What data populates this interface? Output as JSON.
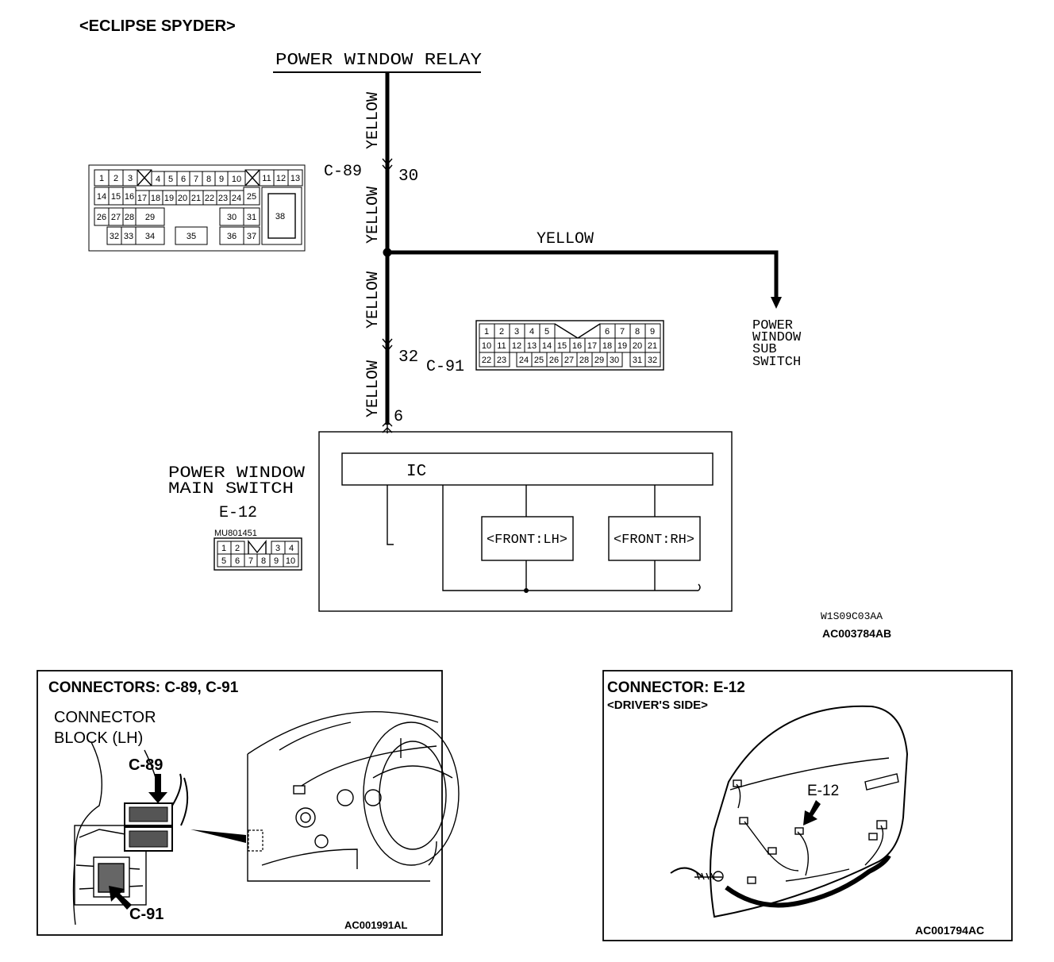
{
  "header": {
    "model": "<ECLIPSE SPYDER>"
  },
  "diagram": {
    "relay_label": "POWER WINDOW RELAY",
    "wire_color_label": "YELLOW",
    "c89": {
      "label": "C-89",
      "pin": "30"
    },
    "c91": {
      "label": "C-91",
      "pin": "32"
    },
    "e12": {
      "label": "E-12",
      "pin": "6",
      "part_no": "MU801451"
    },
    "main_switch": {
      "line1": "POWER WINDOW",
      "line2": "MAIN SWITCH"
    },
    "sub_switch": {
      "lines": [
        "POWER",
        "WINDOW",
        "SUB",
        "SWITCH"
      ]
    },
    "ic_label": "IC",
    "front_lh": "<FRONT:LH>",
    "front_rh": "<FRONT:RH>",
    "code_1": "W1S09C03AA",
    "code_2": "AC003784AB"
  },
  "connector_c89_pins": [
    "1",
    "2",
    "3",
    "4",
    "5",
    "6",
    "7",
    "8",
    "9",
    "10",
    "11",
    "12",
    "13",
    "14",
    "15",
    "16",
    "17",
    "18",
    "19",
    "20",
    "21",
    "22",
    "23",
    "24",
    "25",
    "26",
    "27",
    "28",
    "29",
    "30",
    "31",
    "32",
    "33",
    "34",
    "35",
    "36",
    "37",
    "38"
  ],
  "connector_c91_pins": {
    "row1": [
      "1",
      "2",
      "3",
      "4",
      "5",
      "6",
      "7",
      "8",
      "9"
    ],
    "row2": [
      "10",
      "11",
      "12",
      "13",
      "14",
      "15",
      "16",
      "17",
      "18",
      "19",
      "20",
      "21"
    ],
    "row3": [
      "22",
      "23",
      "24",
      "25",
      "26",
      "27",
      "28",
      "29",
      "30",
      "31",
      "32"
    ]
  },
  "connector_e12_pins": {
    "row1": [
      "1",
      "2",
      "3",
      "4"
    ],
    "row2": [
      "5",
      "6",
      "7",
      "8",
      "9",
      "10"
    ]
  },
  "panel_left": {
    "title": "CONNECTORS: C-89, C-91",
    "block_line1": "CONNECTOR",
    "block_line2": "BLOCK (LH)",
    "c89": "C-89",
    "c91": "C-91",
    "code": "AC001991AL"
  },
  "panel_right": {
    "title": "CONNECTOR: E-12",
    "subtitle": "<DRIVER'S SIDE>",
    "e12": "E-12",
    "code": "AC001794AC"
  }
}
